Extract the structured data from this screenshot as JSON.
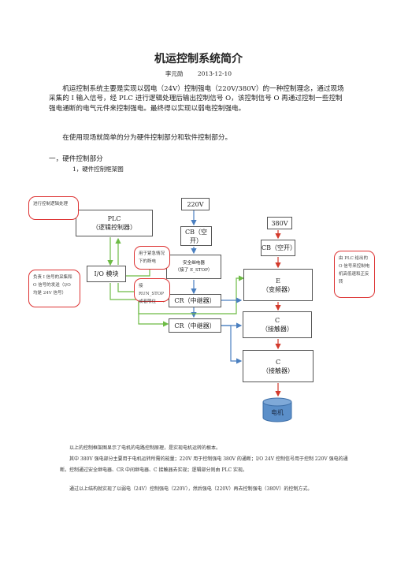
{
  "doc": {
    "title": "机运控制系统简介",
    "author": "李元勋",
    "date": "2013-12-10",
    "intro_p1": "机运控制系统主要是实现以弱电（24V）控制强电（220V/380V）的一种控制理念，通过现场采集的 I 输入信号，经 PLC 进行逻辑处理后输出控制信号 O，该控制信号 O 再通过控制一些控制强电通断的电气元件来控制强电。最终得以实现以弱电控制强电。",
    "intro_p2": "在使用现场就简单的分为硬件控制部分和软件控制部分。",
    "section1": "一，硬件控制部分",
    "section1_1": "1，硬件控制框架图",
    "foot_p1": "以上的控制框架图显示了电机的电路控制原理，是实现电机运转的根本。",
    "foot_p2": "其中 380V 强电部分主要用于电机运转所需的能量；220V 用于控制强电 380V 的通断；I/O 24V 控制信号用于控制 220V 强电的通断。控制通过安全继电器、CR 中间继电器、C 接触器去实现；逻辑部分则由 PLC 实现。",
    "foot_p3": "通过以上结构就实现了以弱电（24V）控制强电（220V），然后强电（220V）再去控制强电（380V）的控制方式。"
  },
  "diagram": {
    "plc_line1": "PLC",
    "plc_line2": "（逻辑控制器）",
    "io_module": "I/O 模块",
    "v220": "220V",
    "cb_220": "CB（空开）",
    "safety_relay_line1": "安全继电器",
    "safety_relay_line2": "（接了 E_STOP）",
    "cr1": "CR（中继器）",
    "cr2": "CR（中继器）",
    "v380": "380V",
    "cb_380": "CB（空开）",
    "e_line1": "E",
    "e_line2": "（变频器）",
    "c1_line1": "C",
    "c1_line2": "（接触器）",
    "c2_line1": "C",
    "c2_line2": "（接触器）",
    "motor": "电机",
    "callout_plc": "进行控制逻辑处理",
    "callout_io": "负责 I 信号的采集和 O 信号的发送（I/O 均是 24V 信号）",
    "callout_estop": "用于紧急情况下的断电",
    "callout_runstop": "接 RUN_STOP 或者限位",
    "callout_vfd": "由 PLC 给出的 O 信号来控制电机高低速和正反转"
  },
  "colors": {
    "arrow_blue": "#4a7fc0",
    "arrow_red": "#d33a2c",
    "wire_green": "#6dbb45",
    "motor_fill": "#5b8fc9"
  }
}
